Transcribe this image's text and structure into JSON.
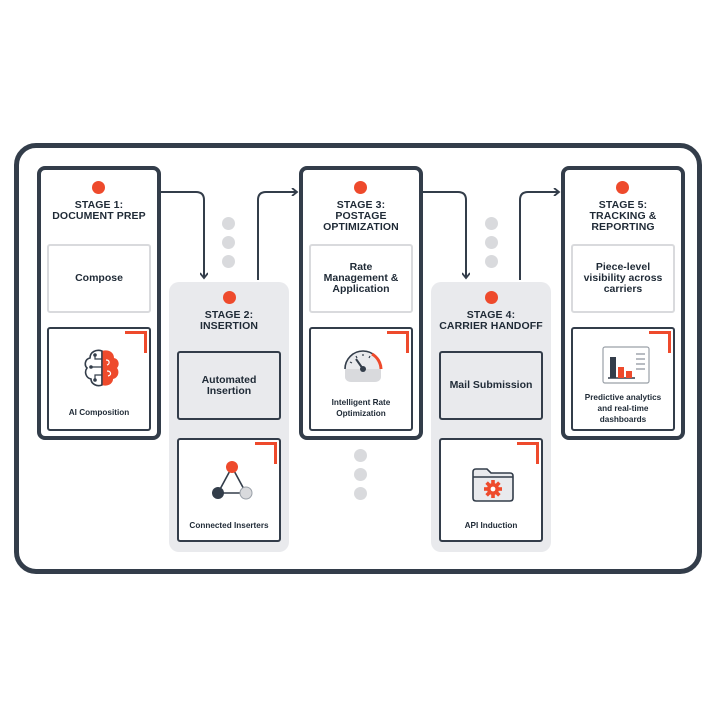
{
  "stages": [
    {
      "title": "STAGE 1:\nDOCUMENT PREP",
      "step": "Compose",
      "tool": "AI Composition",
      "icon": "brain-circuit-icon"
    },
    {
      "title": "STAGE 2:\nINSERTION",
      "step": "Automated\nInsertion",
      "tool": "Connected Inserters",
      "icon": "network-triangle-icon"
    },
    {
      "title": "STAGE 3:\nPOSTAGE\nOPTIMIZATION",
      "step": "Rate\nManagement &\nApplication",
      "tool": "Intelligent Rate\nOptimization",
      "icon": "speed-gauge-icon"
    },
    {
      "title": "STAGE 4:\nCARRIER HANDOFF",
      "step": "Mail Submission",
      "tool": "API Induction",
      "icon": "folder-gear-icon"
    },
    {
      "title": "STAGE 5:\nTRACKING &\nREPORTING",
      "step": "Piece-level\nvisibility across\ncarriers",
      "tool": "Predictive analytics\nand real-time\ndashboards",
      "icon": "bar-chart-report-icon"
    }
  ],
  "colors": {
    "accent": "#ee4a2c",
    "outline": "#333d4a",
    "panel": "#e9eaed",
    "muted": "#d9dadd"
  }
}
